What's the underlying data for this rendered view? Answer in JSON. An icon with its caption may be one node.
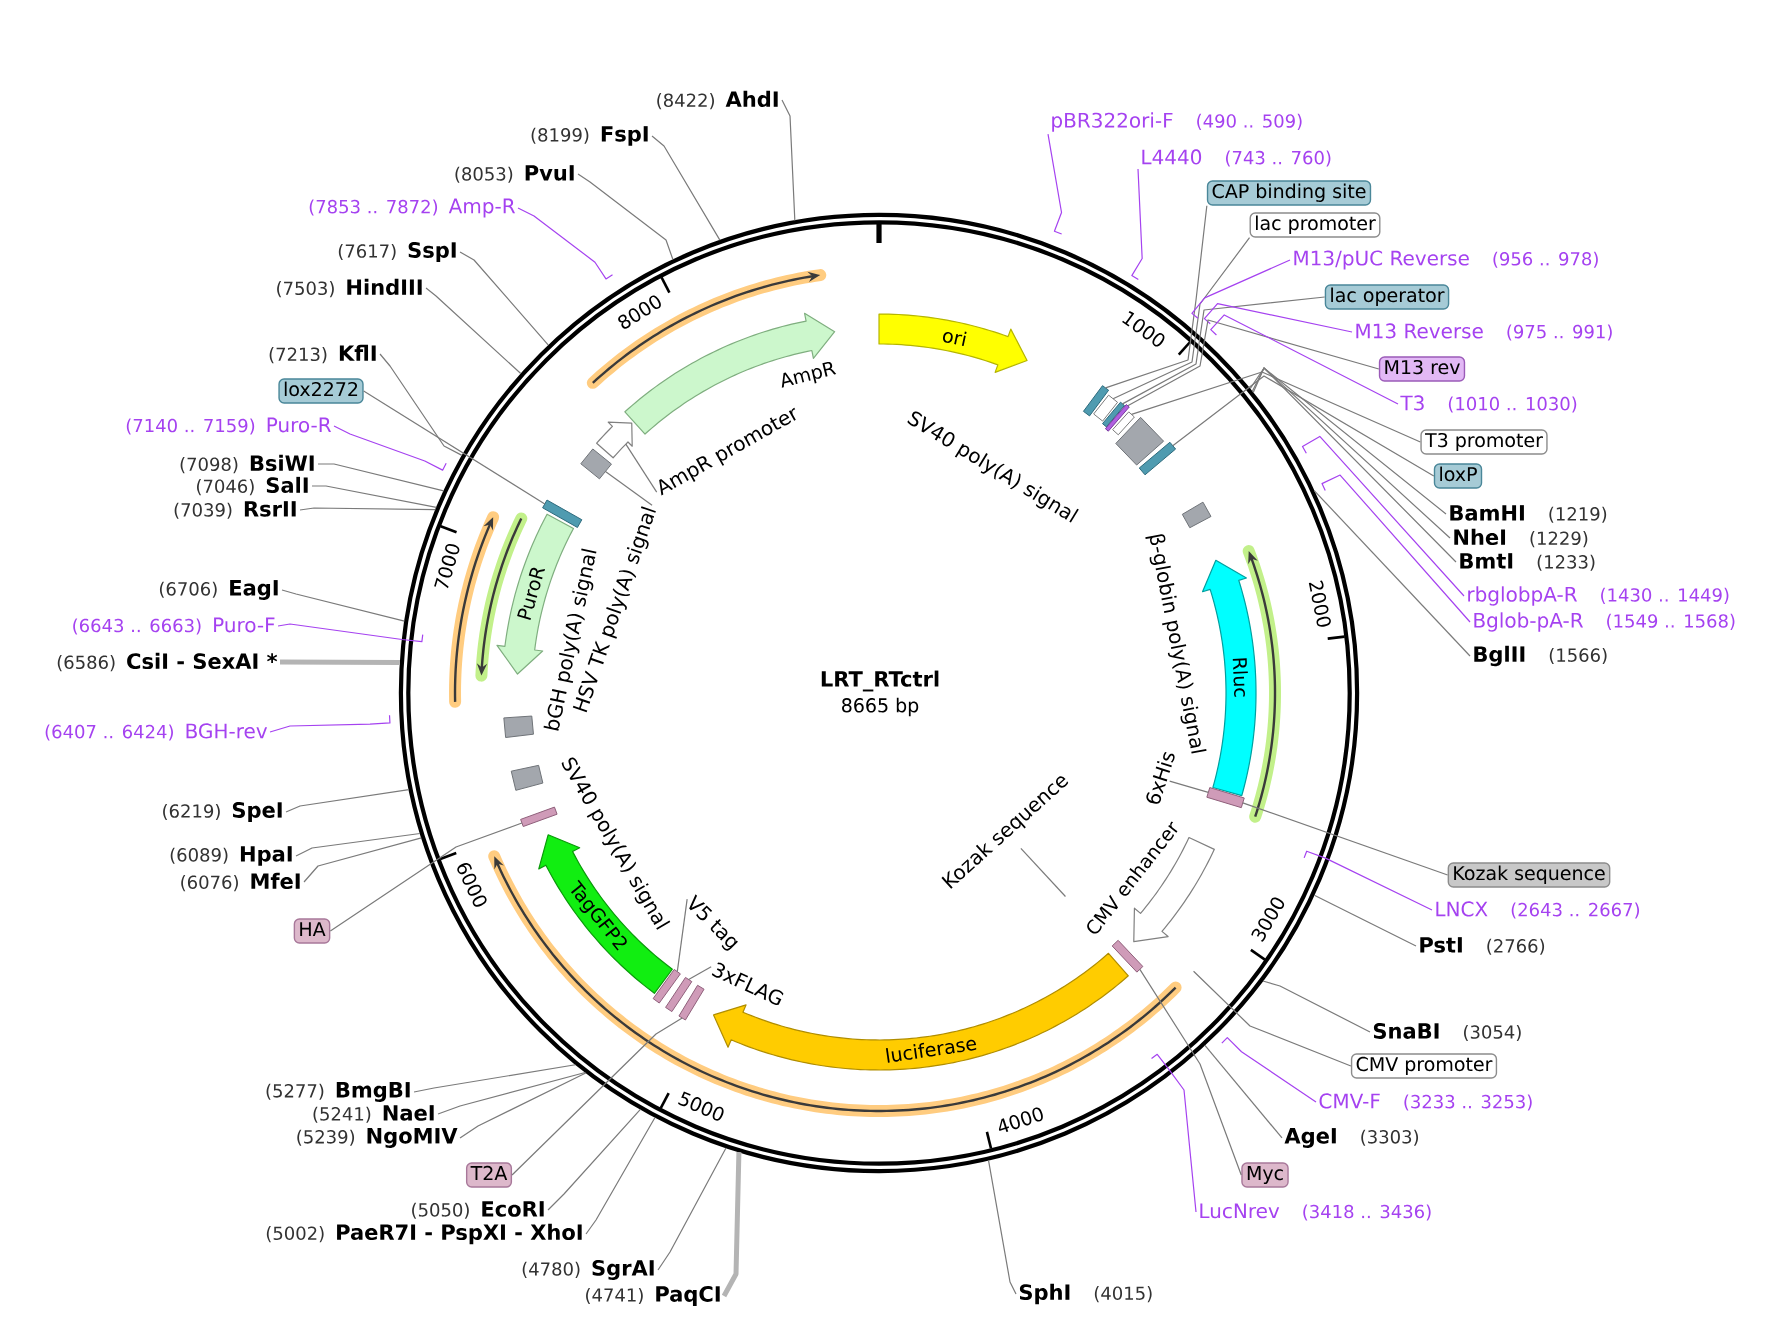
{
  "diagram": {
    "title": "LRT_RTctrl",
    "nodes": [
      {
        "text": [
          "pBR322ori-F",
          "(490 .. 509)"
        ]
      },
      {
        "text": [
          "L4440",
          "(743 .. 760)"
        ]
      },
      {
        "text": [
          "CAP binding site"
        ]
      },
      {
        "text": [
          "lac promoter"
        ]
      },
      {
        "text": [
          "M13/pUC Reverse",
          "(956 .. 978)"
        ]
      },
      {
        "text": [
          "lac operator"
        ]
      },
      {
        "text": [
          "M13 Reverse",
          "(975 .. 991)"
        ]
      },
      {
        "text": [
          "M13 rev"
        ]
      },
      {
        "text": [
          "T3",
          "(1010 .. 1030)"
        ]
      },
      {
        "text": [
          "T3 promoter"
        ]
      },
      {
        "text": [
          "loxP"
        ]
      },
      {
        "text": [
          "BamHI",
          "(1219)"
        ]
      },
      {
        "text": [
          "NheI",
          "(1229)"
        ]
      },
      {
        "text": [
          "BmtI",
          "(1233)"
        ]
      },
      {
        "text": [
          "rbglobpA-R",
          "(1430 .. 1449)"
        ]
      },
      {
        "text": [
          "Bglob-pA-R",
          "(1549 .. 1568)"
        ]
      },
      {
        "text": [
          "BglII",
          "(1566)"
        ]
      },
      {
        "text": [
          "Kozak sequence"
        ]
      },
      {
        "text": [
          "LNCX",
          "(2643 .. 2667)"
        ]
      },
      {
        "text": [
          "PstI",
          "(2766)"
        ]
      },
      {
        "text": [
          "SnaBI",
          "(3054)"
        ]
      },
      {
        "text": [
          "CMV promoter"
        ]
      },
      {
        "text": [
          "CMV-F",
          "(3233 .. 3253)"
        ]
      },
      {
        "text": [
          "AgeI",
          "(3303)"
        ]
      },
      {
        "text": [
          "Myc"
        ]
      },
      {
        "text": [
          "LucNrev",
          "(3418 .. 3436)"
        ]
      },
      {
        "text": [
          "SphI",
          "(4015)"
        ]
      },
      {
        "text": [
          "(4741)",
          "PaqCI"
        ]
      },
      {
        "text": [
          "(4780)",
          "SgrAI"
        ]
      },
      {
        "text": [
          "(5002)",
          "PaeR7I - PspXI - XhoI"
        ]
      },
      {
        "text": [
          "(5050)",
          "EcoRI"
        ]
      },
      {
        "text": [
          "T2A"
        ]
      },
      {
        "text": [
          "(5239)",
          "NgoMIV"
        ]
      },
      {
        "text": [
          "(5241)",
          "NaeI"
        ]
      },
      {
        "text": [
          "(5277)",
          "BmgBI"
        ]
      },
      {
        "text": [
          "HA"
        ]
      },
      {
        "text": [
          "(6076)",
          "MfeI"
        ]
      },
      {
        "text": [
          "(6089)",
          "HpaI"
        ]
      },
      {
        "text": [
          "(6219)",
          "SpeI"
        ]
      },
      {
        "text": [
          "(6407 .. 6424)",
          "BGH-rev"
        ]
      },
      {
        "text": [
          "(6586)",
          "CsiI - SexAI *"
        ]
      },
      {
        "text": [
          "(6643 .. 6663)",
          "Puro-F"
        ]
      },
      {
        "text": [
          "(6706)",
          "EagI"
        ]
      },
      {
        "text": [
          "(7039)",
          "RsrII"
        ]
      },
      {
        "text": [
          "(7046)",
          "SalI"
        ]
      },
      {
        "text": [
          "(7098)",
          "BsiWI"
        ]
      },
      {
        "text": [
          "(7140 .. 7159)",
          "Puro-R"
        ]
      },
      {
        "text": [
          "lox2272"
        ]
      },
      {
        "text": [
          "(7213)",
          "KflI"
        ]
      },
      {
        "text": [
          "(7503)",
          "HindIII"
        ]
      },
      {
        "text": [
          "(7617)",
          "SspI"
        ]
      },
      {
        "text": [
          "(7853 .. 7872)",
          "Amp-R"
        ]
      },
      {
        "text": [
          "(8053)",
          "PvuI"
        ]
      },
      {
        "text": [
          "(8199)",
          "FspI"
        ]
      },
      {
        "text": [
          "(8422)",
          "AhdI"
        ]
      },
      {
        "text": [
          "ori"
        ]
      },
      {
        "text": [
          "Rluc"
        ]
      },
      {
        "text": [
          "6xHis"
        ]
      },
      {
        "text": [
          "CMV enhancer"
        ]
      },
      {
        "text": [
          "Kozak sequence"
        ]
      },
      {
        "text": [
          "luciferase"
        ]
      },
      {
        "text": [
          "3xFLAG"
        ]
      },
      {
        "text": [
          "V5 tag"
        ]
      },
      {
        "text": [
          "TagGFP2"
        ]
      },
      {
        "text": [
          "PuroR"
        ]
      },
      {
        "text": [
          "HSV TK poly(A) signal"
        ]
      },
      {
        "text": [
          "AmpR promoter"
        ]
      },
      {
        "text": [
          "AmpR"
        ]
      },
      {
        "text": [],
        "shape": "box"
      },
      {
        "text": [],
        "shape": "box"
      },
      {
        "text": [],
        "shape": "box"
      },
      {
        "text": [],
        "shape": "box"
      },
      {
        "text": [],
        "shape": "box"
      },
      {
        "text": [],
        "shape": "box"
      },
      {
        "text": [],
        "shape": "box"
      },
      {
        "text": [],
        "shape": "box"
      },
      {
        "text": [],
        "shape": "box"
      },
      {
        "text": [],
        "shape": "box"
      },
      {
        "text": [],
        "shape": "box"
      },
      {
        "text": [],
        "shape": "box"
      },
      {
        "text": [],
        "shape": "box"
      },
      {
        "text": [],
        "shape": "box"
      },
      {
        "text": [],
        "shape": "arrow"
      }
    ],
    "edges": [
      {
        "from": 0,
        "to": null,
        "arrow": "none",
        "color": "#a542f0"
      },
      {
        "from": 1,
        "to": null,
        "arrow": "none",
        "color": "#a542f0"
      },
      {
        "from": 2,
        "to": 68,
        "arrow": "none"
      },
      {
        "from": 3,
        "to": 69,
        "arrow": "none"
      },
      {
        "from": 4,
        "to": null,
        "arrow": "none",
        "color": "#a542f0"
      },
      {
        "from": 5,
        "to": 70,
        "arrow": "none"
      },
      {
        "from": 6,
        "to": null,
        "arrow": "none",
        "color": "#a542f0"
      },
      {
        "from": 7,
        "to": 71,
        "arrow": "none"
      },
      {
        "from": 8,
        "to": null,
        "arrow": "none",
        "color": "#a542f0"
      },
      {
        "from": 9,
        "to": 72,
        "arrow": "none"
      },
      {
        "from": 10,
        "to": 73,
        "arrow": "none"
      },
      {
        "from": 11,
        "to": null,
        "arrow": "none"
      },
      {
        "from": 12,
        "to": null,
        "arrow": "none"
      },
      {
        "from": 13,
        "to": null,
        "arrow": "none"
      },
      {
        "from": 14,
        "to": null,
        "arrow": "none",
        "color": "#a542f0"
      },
      {
        "from": 15,
        "to": null,
        "arrow": "none",
        "color": "#a542f0"
      },
      {
        "from": 16,
        "to": null,
        "arrow": "none"
      },
      {
        "from": 17,
        "to": 74,
        "arrow": "none"
      },
      {
        "from": 18,
        "to": null,
        "arrow": "none",
        "color": "#a542f0"
      },
      {
        "from": 19,
        "to": null,
        "arrow": "none"
      },
      {
        "from": 20,
        "to": null,
        "arrow": "none"
      },
      {
        "from": 21,
        "to": null,
        "arrow": "none"
      },
      {
        "from": 22,
        "to": null,
        "arrow": "none",
        "color": "#a542f0"
      },
      {
        "from": 23,
        "to": null,
        "arrow": "none"
      },
      {
        "from": 24,
        "to": 75,
        "arrow": "none"
      },
      {
        "from": 25,
        "to": null,
        "arrow": "none",
        "color": "#a542f0"
      },
      {
        "from": 26,
        "to": null,
        "arrow": "none"
      },
      {
        "from": 27,
        "to": null,
        "arrow": "none",
        "style": "thick",
        "color": "#b4b4b4"
      },
      {
        "from": 28,
        "to": null,
        "arrow": "none"
      },
      {
        "from": 29,
        "to": null,
        "arrow": "none"
      },
      {
        "from": 30,
        "to": null,
        "arrow": "none"
      },
      {
        "from": 31,
        "to": 76,
        "arrow": "none"
      },
      {
        "from": 32,
        "to": null,
        "arrow": "none"
      },
      {
        "from": 33,
        "to": null,
        "arrow": "none"
      },
      {
        "from": 34,
        "to": null,
        "arrow": "none"
      },
      {
        "from": 35,
        "to": 79,
        "arrow": "none"
      },
      {
        "from": 36,
        "to": null,
        "arrow": "none"
      },
      {
        "from": 37,
        "to": null,
        "arrow": "none"
      },
      {
        "from": 38,
        "to": null,
        "arrow": "none"
      },
      {
        "from": 39,
        "to": null,
        "arrow": "none",
        "color": "#a542f0"
      },
      {
        "from": 40,
        "to": null,
        "arrow": "none",
        "style": "thick",
        "color": "#b4b4b4"
      },
      {
        "from": 41,
        "to": null,
        "arrow": "none",
        "color": "#a542f0"
      },
      {
        "from": 42,
        "to": null,
        "arrow": "none"
      },
      {
        "from": 43,
        "to": null,
        "arrow": "none"
      },
      {
        "from": 44,
        "to": null,
        "arrow": "none"
      },
      {
        "from": 45,
        "to": null,
        "arrow": "none"
      },
      {
        "from": 46,
        "to": null,
        "arrow": "none",
        "color": "#a542f0"
      },
      {
        "from": 47,
        "to": 80,
        "arrow": "none"
      },
      {
        "from": 48,
        "to": null,
        "arrow": "none"
      },
      {
        "from": 49,
        "to": null,
        "arrow": "none"
      },
      {
        "from": 50,
        "to": null,
        "arrow": "none"
      },
      {
        "from": 51,
        "to": null,
        "arrow": "none",
        "color": "#a542f0"
      },
      {
        "from": 52,
        "to": null,
        "arrow": "none"
      },
      {
        "from": 53,
        "to": null,
        "arrow": "none"
      },
      {
        "from": 54,
        "to": null,
        "arrow": "none"
      },
      {
        "from": 57,
        "to": 74,
        "arrow": "none"
      },
      {
        "from": 59,
        "to": null,
        "arrow": "none"
      },
      {
        "from": 61,
        "to": 77,
        "arrow": "none"
      },
      {
        "from": 62,
        "to": 78,
        "arrow": "none"
      },
      {
        "from": 65,
        "to": 81,
        "arrow": "none"
      },
      {
        "from": 66,
        "to": 82,
        "arrow": "none"
      }
    ],
    "labels": [
      "8665 bp",
      "1000",
      "2000",
      "3000",
      "4000",
      "5000",
      "6000",
      "7000",
      "8000",
      "SV40 poly(A) signal",
      "β-globin poly(A) signal",
      "bGH poly(A) signal",
      "SV40 poly(A) signal"
    ]
  }
}
